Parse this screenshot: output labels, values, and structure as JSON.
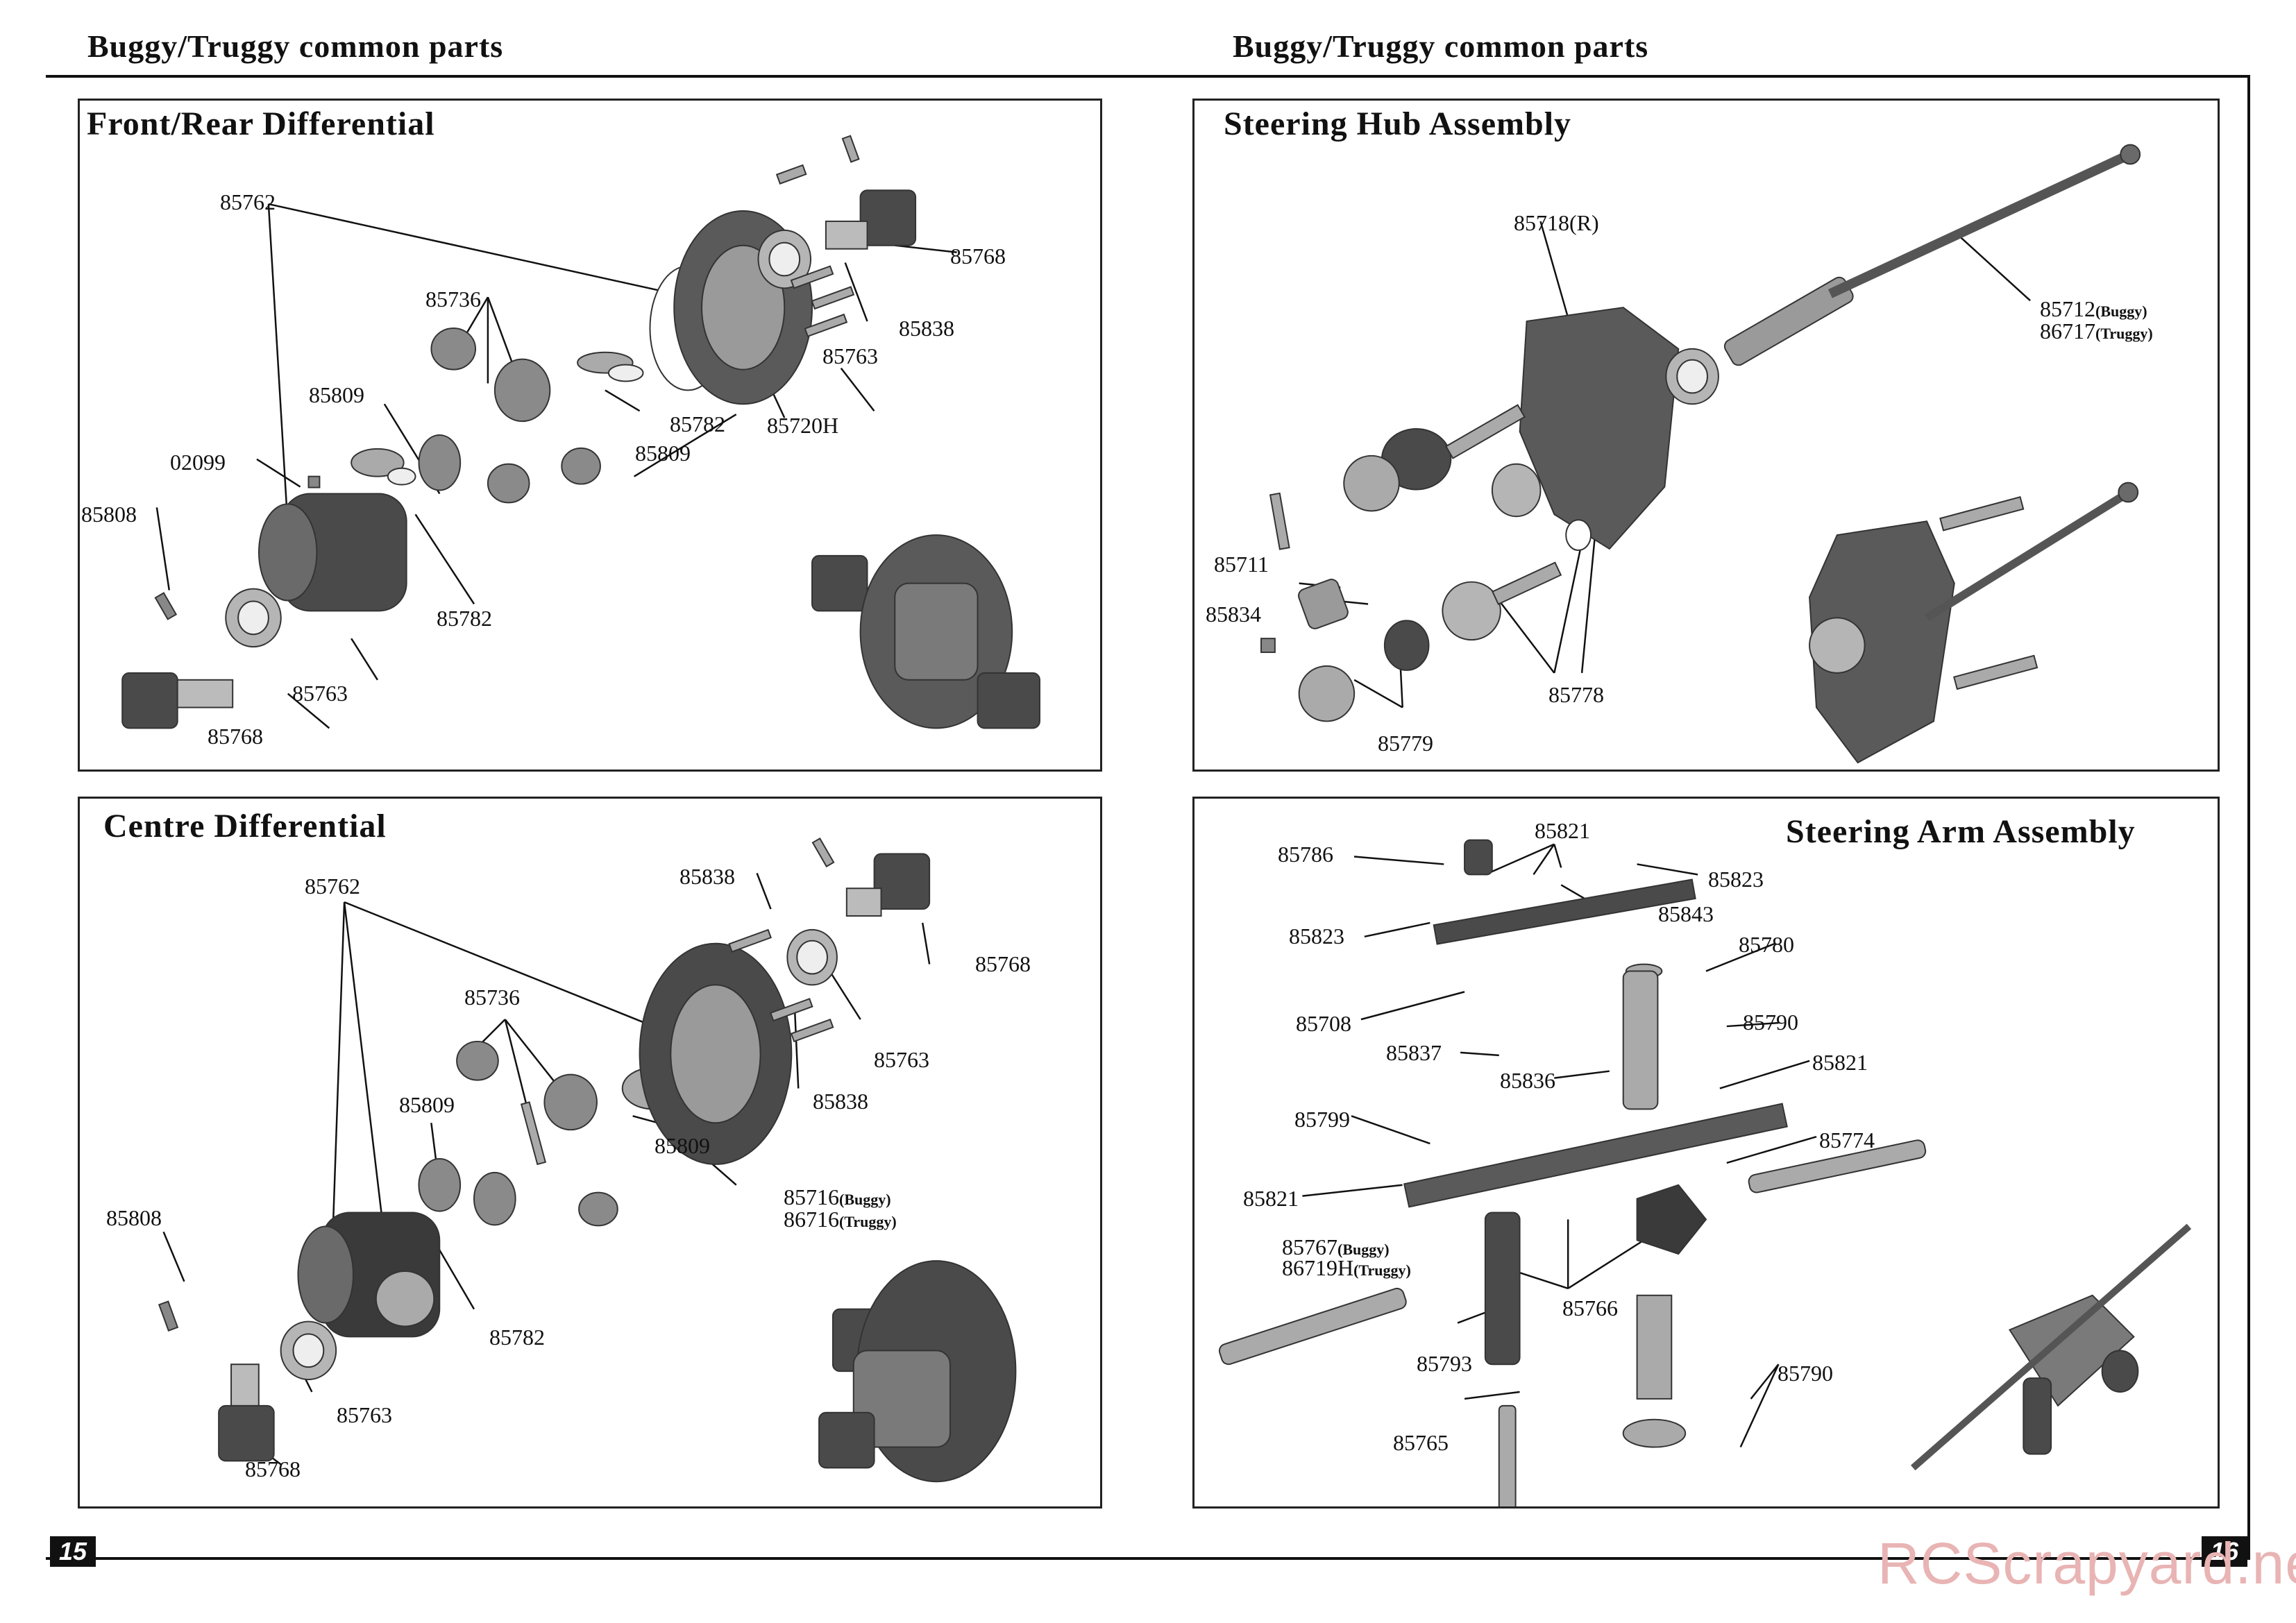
{
  "header": {
    "left": "Buggy/Truggy common parts",
    "right": "Buggy/Truggy common parts"
  },
  "pages": {
    "left": "15",
    "right": "16"
  },
  "watermark": "RCScrapyard.net",
  "panels": {
    "front_rear_diff": {
      "title": "Front/Rear Differential",
      "labels": [
        "85762",
        "85736",
        "85809",
        "02099",
        "85808",
        "85782",
        "85763",
        "85768",
        "85809",
        "85782",
        "85720H",
        "85763",
        "85838",
        "85768"
      ]
    },
    "steering_hub": {
      "title": "Steering Hub Assembly",
      "labels": [
        "85718(R)",
        "85712",
        "86717",
        "85711",
        "85834",
        "85778",
        "85779"
      ],
      "label_suffix": [
        "(Buggy)",
        "(Truggy)"
      ]
    },
    "centre_diff": {
      "title": "Centre Differential",
      "labels": [
        "85762",
        "85838",
        "85736",
        "85809",
        "85808",
        "85782",
        "85763",
        "85768",
        "85809",
        "85716",
        "86716",
        "85838",
        "85763",
        "85768"
      ],
      "label_suffix": [
        "(Buggy)",
        "(Truggy)"
      ]
    },
    "steering_arm": {
      "title": "Steering Arm Assembly",
      "labels": [
        "85786",
        "85821",
        "85823",
        "85823",
        "85843",
        "85780",
        "85708",
        "85837",
        "85790",
        "85836",
        "85821",
        "85799",
        "85774",
        "85821",
        "85767",
        "86719H",
        "85766",
        "85793",
        "85790",
        "85765"
      ],
      "label_suffix": [
        "(Buggy)",
        "(Truggy)"
      ]
    }
  },
  "colors": {
    "part_fill": "#9a9a9a",
    "part_dark": "#4a4a4a",
    "line": "#111111"
  }
}
